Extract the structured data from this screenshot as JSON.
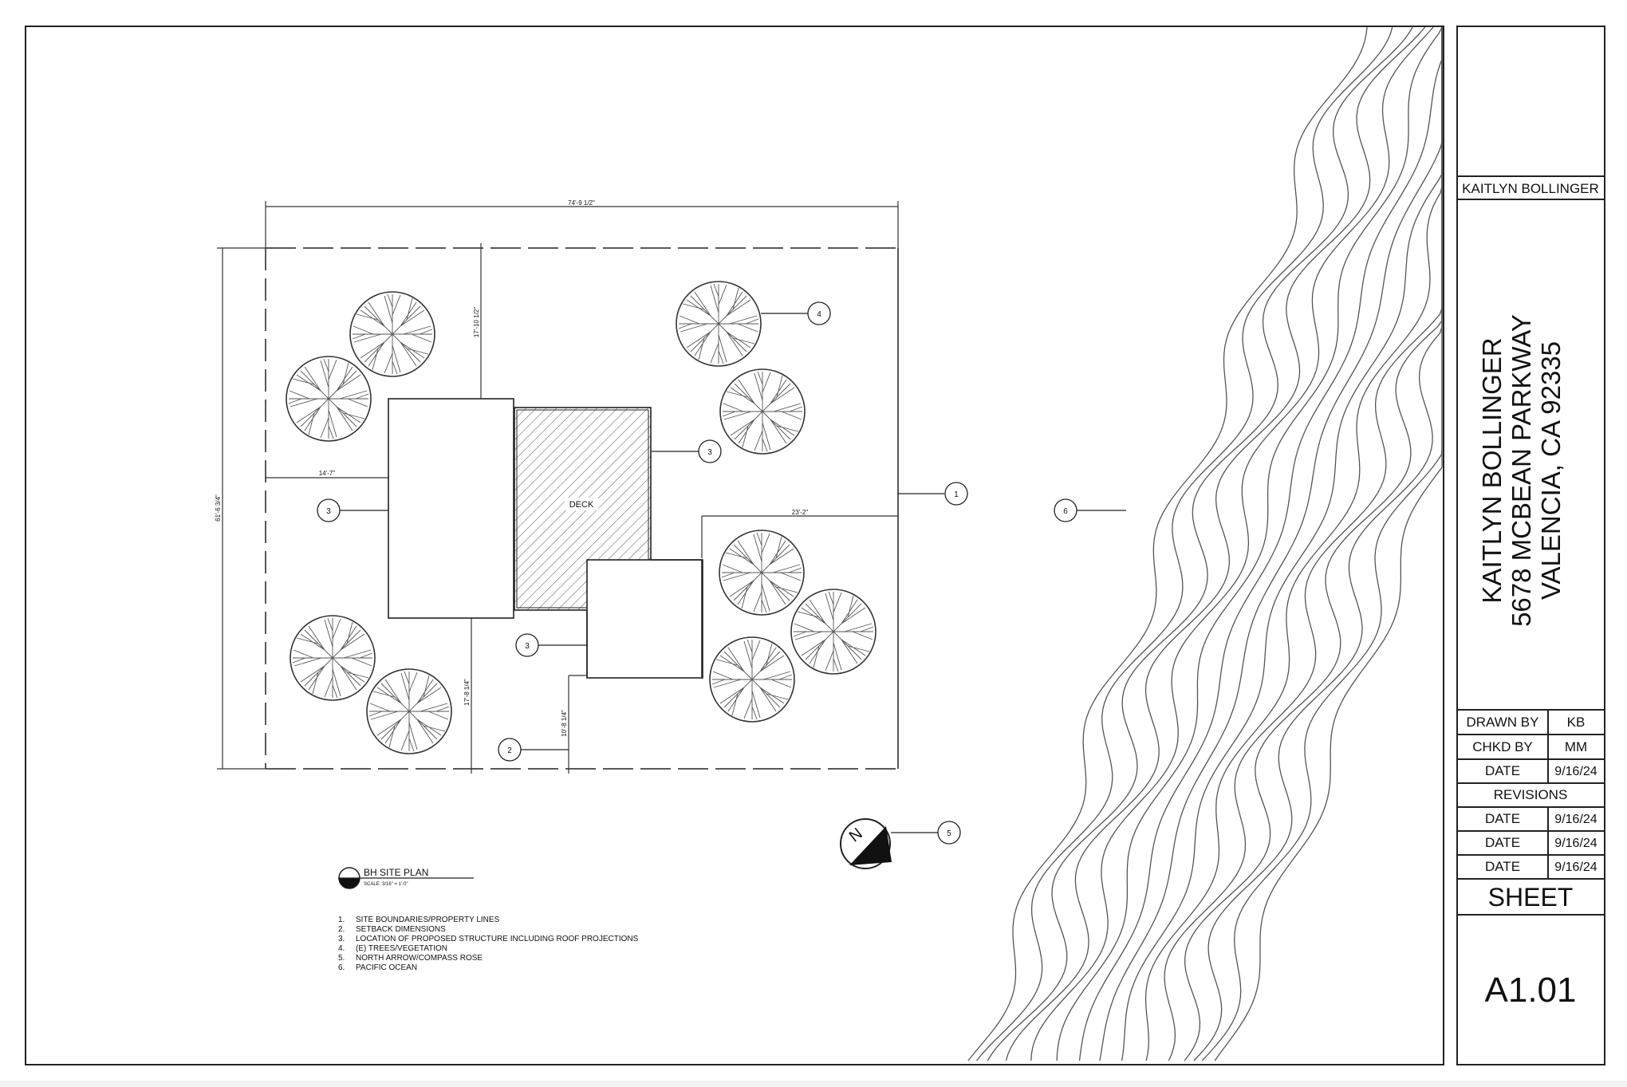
{
  "title_block": {
    "owner_label": "KAITLYN BOLLINGER",
    "address_lines": [
      "KAITLYN BOLLINGER",
      "5678 MCBEAN PARKWAY",
      "VALENCIA, CA 92335"
    ],
    "rows": [
      {
        "label": "DRAWN BY",
        "value": "KB"
      },
      {
        "label": "CHKD BY",
        "value": "MM"
      },
      {
        "label": "DATE",
        "value": "9/16/24"
      }
    ],
    "revisions_label": "REVISIONS",
    "revision_rows": [
      {
        "label": "DATE",
        "value": "9/16/24"
      },
      {
        "label": "DATE",
        "value": "9/16/24"
      },
      {
        "label": "DATE",
        "value": "9/16/24"
      }
    ],
    "sheet_label": "SHEET",
    "sheet_number": "A1.01"
  },
  "plan": {
    "deck_label": "DECK",
    "dimensions": {
      "width_top": "74'-9 1/2\"",
      "depth_left": "61'-6 3/4\"",
      "front_setback": "17'-10 1/2\"",
      "side_setback_left": "14'-7\"",
      "side_setback_right": "23'-2\"",
      "rear_setback": "17'-8 1/4\"",
      "rear_setback_2": "10'-8 1/4\""
    },
    "callouts": [
      "1",
      "2",
      "3",
      "3",
      "3",
      "4",
      "5",
      "6"
    ],
    "north_label": "N"
  },
  "drawing_title": {
    "name": "BH SITE PLAN",
    "scale": "SCALE: 3/16\" = 1'-0\""
  },
  "legend": [
    {
      "num": "1.",
      "text": "SITE BOUNDARIES/PROPERTY LINES"
    },
    {
      "num": "2.",
      "text": "SETBACK DIMENSIONS"
    },
    {
      "num": "3.",
      "text": "LOCATION OF PROPOSED STRUCTURE INCLUDING ROOF PROJECTIONS"
    },
    {
      "num": "4.",
      "text": "(E) TREES/VEGETATION"
    },
    {
      "num": "5.",
      "text": "NORTH ARROW/COMPASS ROSE"
    },
    {
      "num": "6.",
      "text": "PACIFIC OCEAN"
    }
  ]
}
